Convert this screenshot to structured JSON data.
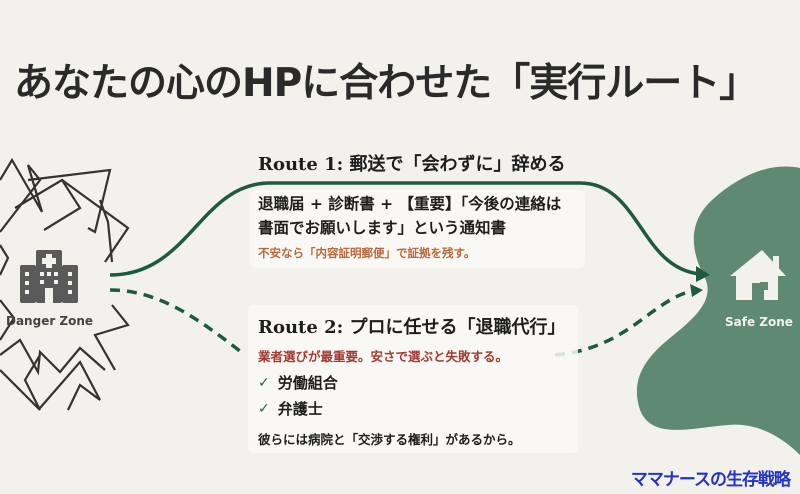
{
  "title": "あなたの心のHPに合わせた「実行ルート」",
  "danger_zone": {
    "label": "Danger Zone",
    "icon": "hospital-icon"
  },
  "safe_zone": {
    "label": "Safe Zone",
    "icon": "house-icon"
  },
  "route1": {
    "title": "Route 1: 郵送で「会わずに」辞める",
    "body_line1": "退職届 + 診断書 + 【重要】「今後の連絡は",
    "body_line2": "書面でお願いします」という通知書",
    "note": "不安なら「内容証明郵便」で証拠を残す。",
    "arrow_style": "solid"
  },
  "route2": {
    "title": "Route 2: プロに任せる「退職代行」",
    "warning": "業者選びが最重要。安さで選ぶと失敗する。",
    "checklist": [
      "労働組合",
      "弁護士"
    ],
    "footer": "彼らには病院と「交渉する権利」があるから。",
    "arrow_style": "dashed"
  },
  "brand": "ママナースの生存戦略",
  "colors": {
    "background": "#f3f1ec",
    "route_green": "#1f5a3e",
    "safe_zone": "#5e8a72",
    "danger_lines": "#333333",
    "note_orange": "#b8683c",
    "warning_red": "#a33a32",
    "brand_blue": "#2233c8"
  }
}
